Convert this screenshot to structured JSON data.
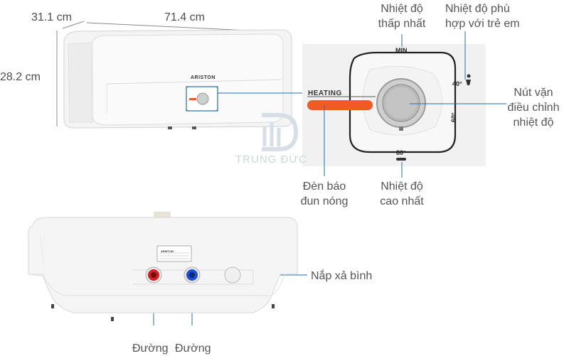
{
  "dimensions": {
    "depth": "31.1 cm",
    "width": "71.4 cm",
    "height": "28.2 cm"
  },
  "brand": "ARISTON",
  "watermark": "TRUNG ĐỨC",
  "panel": {
    "heating_text": "HEATING",
    "min_mark": "MIN",
    "mark_40": "40°",
    "mark_60": "60°",
    "mark_80": "80°"
  },
  "callouts": {
    "min_temp": [
      "Nhiệt độ",
      "thấp nhất"
    ],
    "child_temp": [
      "Nhiệt độ phù",
      "hợp với trẻ em"
    ],
    "knob": [
      "Nút vặn",
      "điều chỉnh",
      "nhiệt độ"
    ],
    "heating_light": [
      "Đèn báo",
      "đun nóng"
    ],
    "max_temp": [
      "Nhiệt độ",
      "cao nhất"
    ],
    "drain_cap": "Nắp xả bình",
    "pipe_hot": "Đường",
    "pipe_cold": "Đường"
  },
  "colors": {
    "accent_orange": "#f15a24",
    "line_blue": "#1e6fb5",
    "hot_red": "#d81e1e",
    "cold_blue": "#1d4fd6"
  }
}
